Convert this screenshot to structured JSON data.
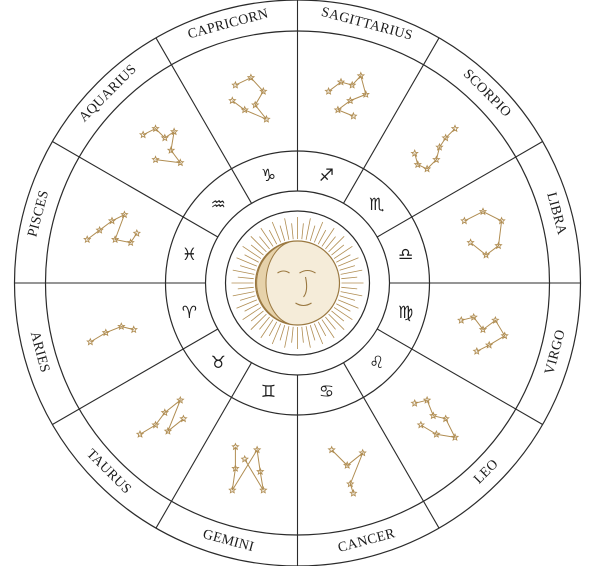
{
  "colors": {
    "ink": "#2b2b2b",
    "gold": "#b08d52",
    "background": "#ffffff"
  },
  "center_icon": "sun-moon-face-icon",
  "signs": [
    {
      "id": "capricorn",
      "label": "CAPRICORN",
      "glyph": "♑︎",
      "stars": [
        [
          0.3,
          0.3
        ],
        [
          0.55,
          0.18
        ],
        [
          0.75,
          0.4
        ],
        [
          0.62,
          0.62
        ],
        [
          0.8,
          0.85
        ],
        [
          0.45,
          0.7
        ],
        [
          0.25,
          0.55
        ]
      ]
    },
    {
      "id": "sagittarius",
      "label": "SAGITTARIUS",
      "glyph": "♐︎",
      "stars": [
        [
          0.2,
          0.4
        ],
        [
          0.4,
          0.25
        ],
        [
          0.58,
          0.3
        ],
        [
          0.72,
          0.15
        ],
        [
          0.8,
          0.45
        ],
        [
          0.55,
          0.55
        ],
        [
          0.35,
          0.7
        ],
        [
          0.6,
          0.8
        ]
      ]
    },
    {
      "id": "scorpio",
      "label": "SCORPIO",
      "glyph": "♏︎",
      "stars": [
        [
          0.85,
          0.2
        ],
        [
          0.7,
          0.35
        ],
        [
          0.6,
          0.5
        ],
        [
          0.55,
          0.7
        ],
        [
          0.4,
          0.85
        ],
        [
          0.25,
          0.78
        ],
        [
          0.2,
          0.6
        ]
      ]
    },
    {
      "id": "libra",
      "label": "LIBRA",
      "glyph": "♎︎",
      "stars": [
        [
          0.2,
          0.3
        ],
        [
          0.5,
          0.15
        ],
        [
          0.8,
          0.3
        ],
        [
          0.75,
          0.7
        ],
        [
          0.55,
          0.85
        ],
        [
          0.3,
          0.65
        ]
      ]
    },
    {
      "id": "virgo",
      "label": "VIRGO",
      "glyph": "♍︎",
      "stars": [
        [
          0.15,
          0.3
        ],
        [
          0.35,
          0.25
        ],
        [
          0.5,
          0.45
        ],
        [
          0.7,
          0.3
        ],
        [
          0.85,
          0.55
        ],
        [
          0.6,
          0.7
        ],
        [
          0.4,
          0.8
        ]
      ]
    },
    {
      "id": "leo",
      "label": "LEO",
      "glyph": "♌︎",
      "stars": [
        [
          0.2,
          0.25
        ],
        [
          0.4,
          0.2
        ],
        [
          0.5,
          0.45
        ],
        [
          0.7,
          0.5
        ],
        [
          0.85,
          0.8
        ],
        [
          0.55,
          0.75
        ],
        [
          0.3,
          0.6
        ]
      ]
    },
    {
      "id": "cancer",
      "label": "CANCER",
      "glyph": "♋︎",
      "stars": [
        [
          0.25,
          0.2
        ],
        [
          0.5,
          0.45
        ],
        [
          0.75,
          0.25
        ],
        [
          0.55,
          0.75
        ],
        [
          0.6,
          0.9
        ]
      ]
    },
    {
      "id": "gemini",
      "label": "GEMINI",
      "glyph": "♊︎",
      "stars": [
        [
          0.3,
          0.15
        ],
        [
          0.3,
          0.5
        ],
        [
          0.25,
          0.85
        ],
        [
          0.65,
          0.2
        ],
        [
          0.7,
          0.55
        ],
        [
          0.75,
          0.85
        ],
        [
          0.45,
          0.35
        ]
      ]
    },
    {
      "id": "taurus",
      "label": "TAURUS",
      "glyph": "♉︎",
      "stars": [
        [
          0.15,
          0.75
        ],
        [
          0.4,
          0.6
        ],
        [
          0.55,
          0.4
        ],
        [
          0.8,
          0.2
        ],
        [
          0.6,
          0.7
        ],
        [
          0.85,
          0.5
        ]
      ]
    },
    {
      "id": "aries",
      "label": "ARIES",
      "glyph": "♈︎",
      "stars": [
        [
          0.15,
          0.65
        ],
        [
          0.4,
          0.5
        ],
        [
          0.65,
          0.4
        ],
        [
          0.85,
          0.45
        ]
      ]
    },
    {
      "id": "pisces",
      "label": "PISCES",
      "glyph": "♓︎",
      "stars": [
        [
          0.1,
          0.6
        ],
        [
          0.3,
          0.45
        ],
        [
          0.5,
          0.3
        ],
        [
          0.7,
          0.2
        ],
        [
          0.55,
          0.6
        ],
        [
          0.8,
          0.65
        ],
        [
          0.9,
          0.5
        ]
      ]
    },
    {
      "id": "aquarius",
      "label": "AQUARIUS",
      "glyph": "♒︎",
      "stars": [
        [
          0.2,
          0.3
        ],
        [
          0.4,
          0.2
        ],
        [
          0.55,
          0.35
        ],
        [
          0.7,
          0.25
        ],
        [
          0.65,
          0.55
        ],
        [
          0.8,
          0.75
        ],
        [
          0.4,
          0.7
        ]
      ]
    }
  ]
}
